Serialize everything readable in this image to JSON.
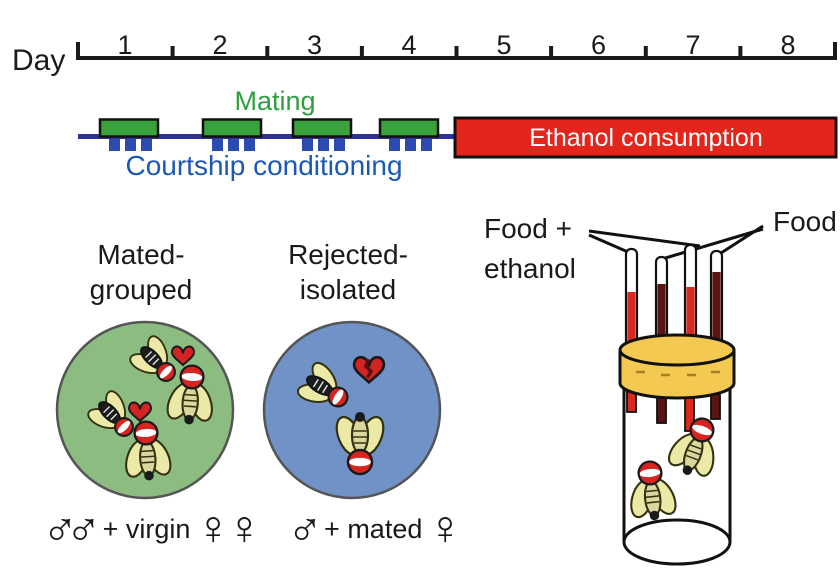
{
  "timeline": {
    "axis_label": "Day",
    "days": [
      "1",
      "2",
      "3",
      "4",
      "5",
      "6",
      "7",
      "8"
    ]
  },
  "phases": {
    "mating_label": "Mating",
    "courtship_label": "Courtship conditioning",
    "ethanol_label": "Ethanol consumption",
    "mating_sessions": 4
  },
  "groups": [
    {
      "title_line1": "Mated-",
      "title_line2": "grouped",
      "formula": {
        "males": "♂♂",
        "connector": "+ virgin",
        "females": "♀♀"
      }
    },
    {
      "title_line1": "Rejected-",
      "title_line2": "isolated",
      "formula": {
        "males": "♂",
        "connector": "+ mated",
        "females": "♀"
      }
    }
  ],
  "consumption_assay": {
    "food_ethanol_line1": "Food +",
    "food_ethanol_line2": "ethanol",
    "food_label": "Food",
    "capillaries": [
      "food+ethanol",
      "food",
      "food+ethanol",
      "food"
    ]
  },
  "colors": {
    "mating_green": "#2f9e3f",
    "courtship_blue": "#1c57ba",
    "ethanol_red": "#e3251c",
    "timeline_line_blue": "#2e3199",
    "mating_box_green": "#3aa23c",
    "mated_circle_green": "#8cbc80",
    "rejected_circle_blue": "#7092c6",
    "capillary_food_ethanol_red": "#d9291f",
    "capillary_food_dark": "#5a1412",
    "vial_cap_yellow": "#f4c952"
  }
}
